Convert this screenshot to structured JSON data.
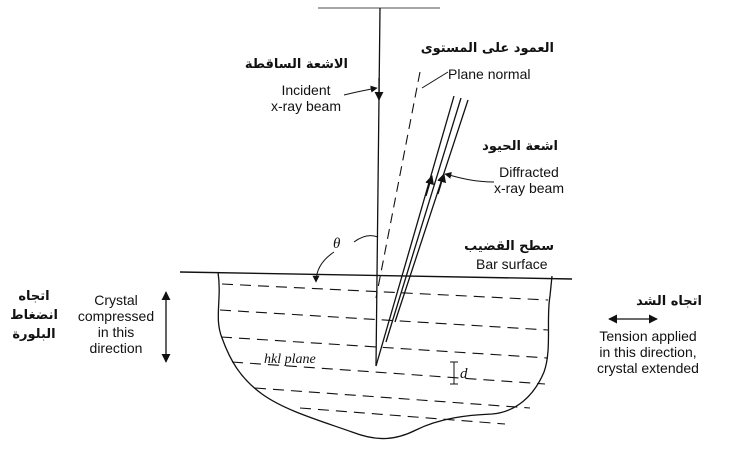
{
  "labels": {
    "plane_normal_ar": "العمود على المستوى",
    "plane_normal": "Plane normal",
    "incident_ar": "الاشعة الساقطة",
    "incident_line1": "Incident",
    "incident_line2": "x-ray beam",
    "diffracted_ar": "اشعة الحيود",
    "diffracted_line1": "Diffracted",
    "diffracted_line2": "x-ray beam",
    "theta": "θ",
    "bar_surface_ar": "سطح القضيب",
    "bar_surface": "Bar surface",
    "compression_ar_line1": "اتجاه",
    "compression_ar_line2": "انضغاط",
    "compression_ar_line3": "البلورة",
    "compressed_line1": "Crystal",
    "compressed_line2": "compressed",
    "compressed_line3": "in this",
    "compressed_line4": "direction",
    "hkl_plane": "hkl plane",
    "spacing": "d",
    "tension_ar": "اتجاه الشد",
    "tension_line1": "Tension applied",
    "tension_line2": "in this direction,",
    "tension_line3": "crystal extended"
  },
  "colors": {
    "ink": "#111111",
    "background": "#ffffff"
  }
}
